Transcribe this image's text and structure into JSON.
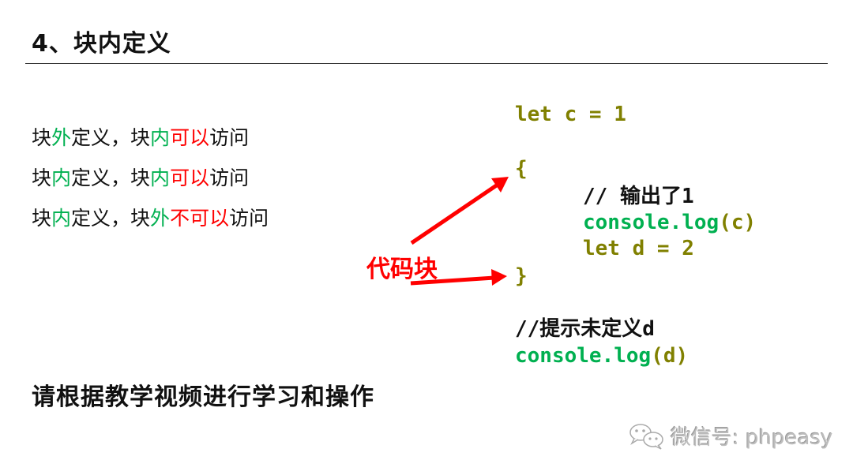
{
  "title": "4、块内定义",
  "rules": [
    {
      "segments": [
        {
          "text": "块",
          "color": "black"
        },
        {
          "text": "外",
          "color": "green"
        },
        {
          "text": "定义，块",
          "color": "black"
        },
        {
          "text": "内",
          "color": "green"
        },
        {
          "text": "可以",
          "color": "red"
        },
        {
          "text": "访问",
          "color": "black"
        }
      ]
    },
    {
      "segments": [
        {
          "text": "块",
          "color": "black"
        },
        {
          "text": "内",
          "color": "green"
        },
        {
          "text": "定义，块",
          "color": "black"
        },
        {
          "text": "内",
          "color": "green"
        },
        {
          "text": "可以",
          "color": "red"
        },
        {
          "text": "访问",
          "color": "black"
        }
      ]
    },
    {
      "segments": [
        {
          "text": "块",
          "color": "black"
        },
        {
          "text": "内",
          "color": "green"
        },
        {
          "text": "定义，块",
          "color": "black"
        },
        {
          "text": "外",
          "color": "green"
        },
        {
          "text": "不可以",
          "color": "red"
        },
        {
          "text": "访问",
          "color": "black"
        }
      ]
    }
  ],
  "code": {
    "line1": "let c = 1",
    "open_brace": "{",
    "comment1": "// 输出了1",
    "log_c_fn": "console.log",
    "log_c_args": "(c)",
    "line_let_d": "let d = 2",
    "close_brace": "}",
    "comment2": "//提示未定义d",
    "log_d_fn": "console.log",
    "log_d_args": "(d)"
  },
  "annotation": {
    "label": "代码块",
    "arrow_color": "#ff0000"
  },
  "footer": "请根据教学视频进行学习和操作",
  "watermark": {
    "icon": "wechat-icon",
    "text": "微信号: phpeasy"
  },
  "colors": {
    "green": "#00b050",
    "red": "#ff0000",
    "olive": "#808000",
    "black": "#111111"
  }
}
